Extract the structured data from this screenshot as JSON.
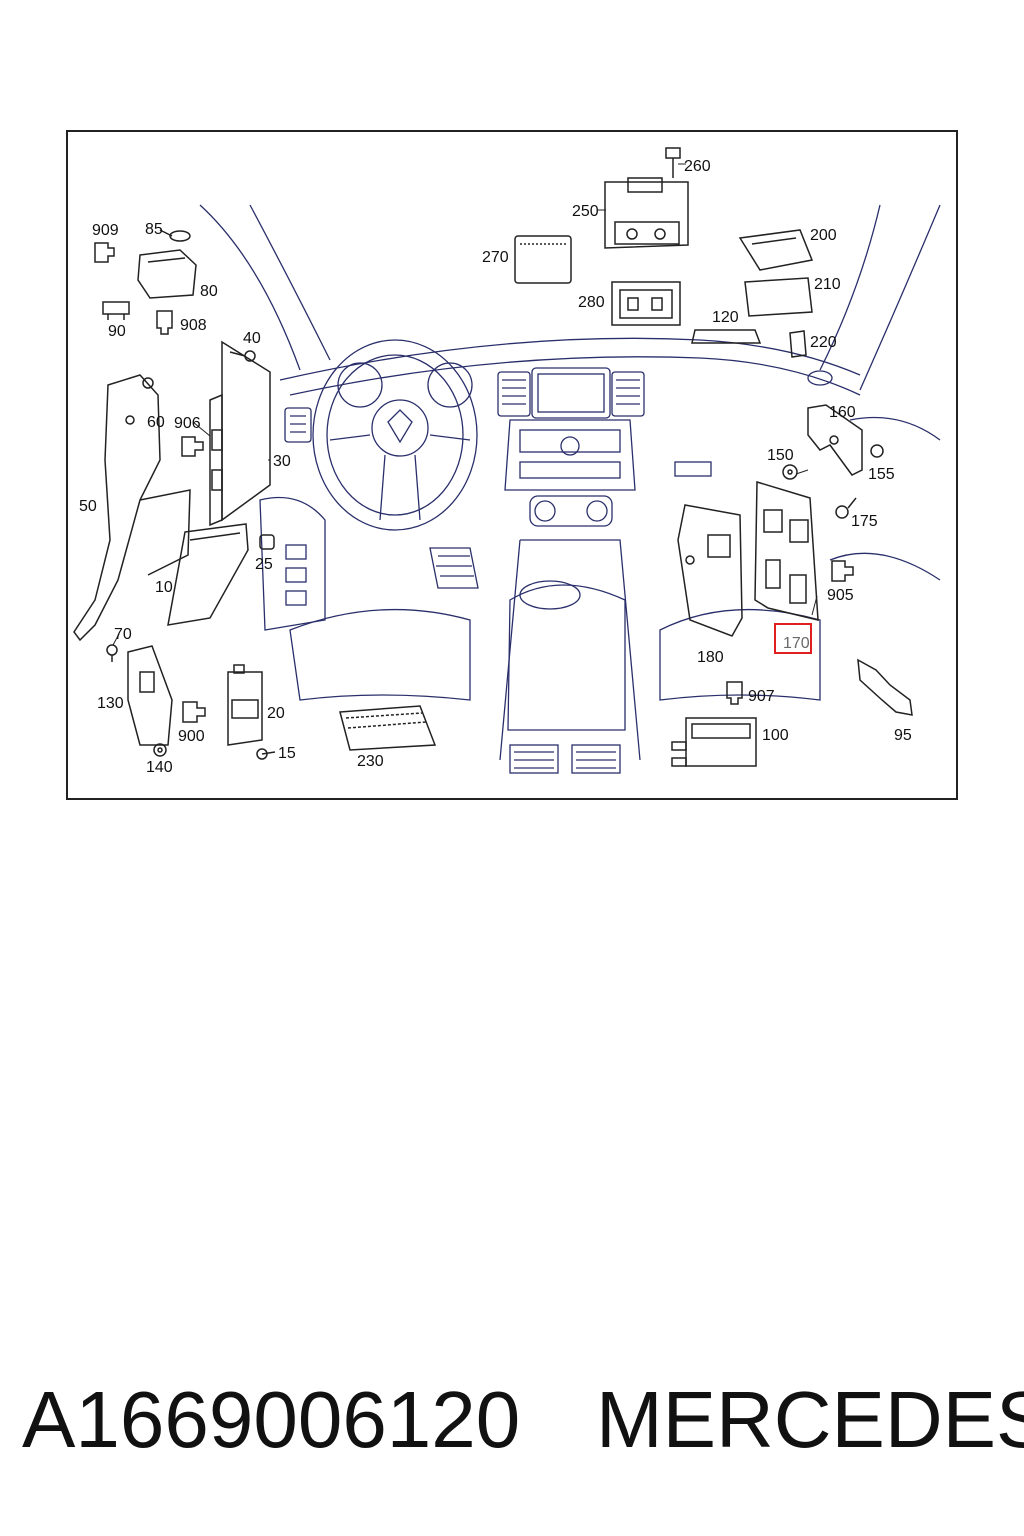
{
  "diagram": {
    "highlighted_part": "170",
    "highlight_color": "#e02020",
    "line_color": "#2a2f6b",
    "callouts": [
      "260",
      "250",
      "270",
      "200",
      "210",
      "280",
      "120",
      "220",
      "909",
      "85",
      "80",
      "90",
      "908",
      "40",
      "160",
      "60",
      "906",
      "150",
      "155",
      "30",
      "175",
      "50",
      "905",
      "25",
      "10",
      "170",
      "70",
      "180",
      "907",
      "130",
      "20",
      "900",
      "15",
      "100",
      "230",
      "140",
      "95"
    ]
  },
  "footer": {
    "part_number": "A1669006120",
    "brand": "MERCEDES"
  }
}
